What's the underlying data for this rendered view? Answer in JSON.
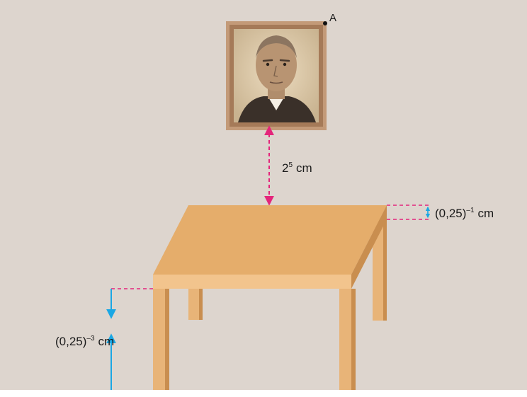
{
  "labels": {
    "point_a": "A",
    "gap_base": "2",
    "gap_exp": "5",
    "gap_unit": "cm",
    "thickness_base": "(0,25)",
    "thickness_exp": "–1",
    "thickness_unit": "cm",
    "height_base": "(0,25)",
    "height_exp": "–3",
    "height_unit": "cm"
  },
  "colors": {
    "wall": "#ddd5ce",
    "frame": "#c39a78",
    "table_top": "#e5ad6b",
    "table_apron": "#f2c48d",
    "table_side": "#c98e4f",
    "leg": "#e8b478",
    "magenta_marker": "#e4257b",
    "cyan_marker": "#1aa7e4"
  }
}
